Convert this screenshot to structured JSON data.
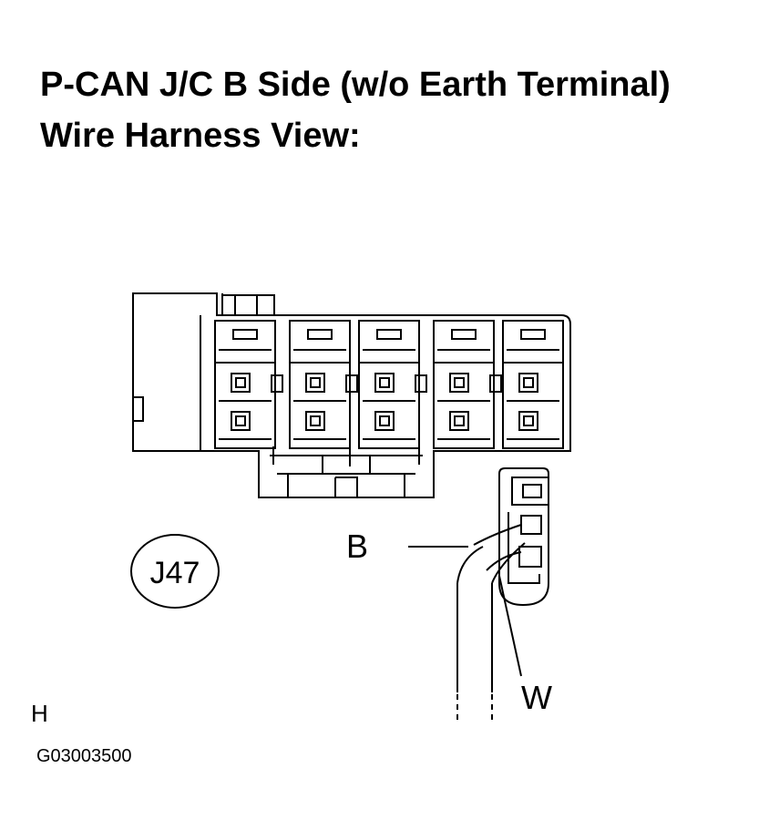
{
  "title": {
    "line1": "P-CAN J/C B Side (w/o Earth Terminal)",
    "line2": "Wire Harness View:"
  },
  "connector": {
    "code": "J47",
    "terminal_count": 10
  },
  "wires": [
    {
      "label": "B"
    },
    {
      "label": "W"
    }
  ],
  "marker": "H",
  "figure_code": "G03003500",
  "colors": {
    "line": "#000000",
    "background": "#ffffff"
  }
}
